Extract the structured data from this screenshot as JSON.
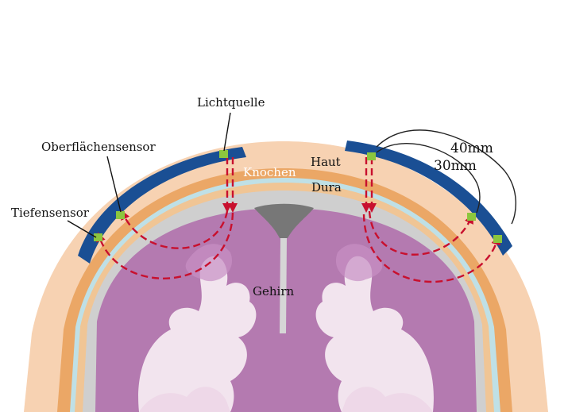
{
  "labels": {
    "light_source": "Lichtquelle",
    "surface_sensor": "Oberflächensensor",
    "deep_sensor": "Tiefensensor",
    "skin": "Haut",
    "bone": "Knochen",
    "dura": "Dura",
    "brain": "Gehirn",
    "distance_far": "40mm",
    "distance_near": "30mm"
  },
  "colors": {
    "skin": "#f7d2b2",
    "bone_orange": "#eba766",
    "csf_blue": "#bfe0e6",
    "dura_grey": "#cfcfcf",
    "brain": "#b47ab0",
    "brain_light": "#f2e4ee",
    "probe_pad": "#1a4f94",
    "sensor_green": "#8cc63e",
    "light_path": "#c8102e",
    "ventricle": "#777777"
  }
}
